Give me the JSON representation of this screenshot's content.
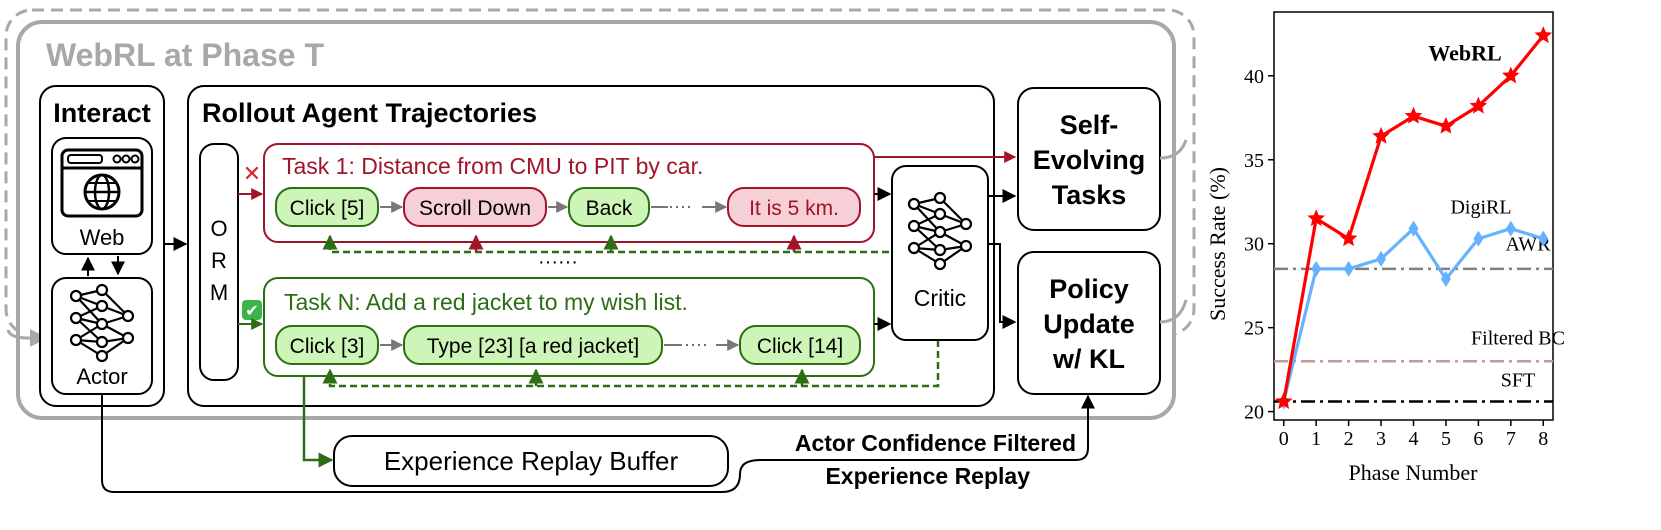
{
  "diagram": {
    "phase_title": {
      "prefix": "WebRL",
      "suffix": " at Phase T"
    },
    "interact": {
      "title": "Interact",
      "web_label": "Web",
      "actor_label": "Actor"
    },
    "rollout": {
      "title": "Rollout Agent Trajectories",
      "orm_letters": [
        "O",
        "R",
        "M"
      ],
      "task1": {
        "title": "Task 1: Distance from CMU to PIT by car.",
        "steps": [
          "Click [5]",
          "Scroll Down",
          "Back",
          "It is 5 km."
        ],
        "dots": "····"
      },
      "taskN": {
        "title": "Task N: Add a red jacket to my wish list.",
        "steps": [
          "Click [3]",
          "Type [23] [a red jacket]",
          "Click [14]"
        ],
        "dots": "····"
      },
      "between_dots": "······",
      "fail_mark": "✕",
      "success_mark": "✔",
      "critic_label": "Critic"
    },
    "self_evolving": [
      "Self-",
      "Evolving",
      "Tasks"
    ],
    "policy_update": [
      "Policy",
      "Update",
      "w/ KL"
    ],
    "replay_buffer": "Experience Replay Buffer",
    "confidence_label": [
      "Actor Confidence Filtered",
      "Experience Replay"
    ],
    "colors": {
      "fail_red": "#c0222e",
      "success_green": "#2c6e14",
      "step_green_fill": "#cdf5b8",
      "step_red_fill": "#f7cfd6",
      "dashed_gray": "#a8a8a8"
    }
  },
  "chart_data": {
    "type": "line",
    "xlabel": "Phase Number",
    "ylabel": "Success Rate (%)",
    "xlim": [
      -0.3,
      8.3
    ],
    "ylim": [
      19.5,
      43.8
    ],
    "x_ticks": [
      0,
      1,
      2,
      3,
      4,
      5,
      6,
      7,
      8
    ],
    "y_ticks": [
      20,
      25,
      30,
      35,
      40
    ],
    "series": [
      {
        "name": "WebRL",
        "color": "#ff0000",
        "marker": "star",
        "x": [
          0,
          1,
          2,
          3,
          4,
          5,
          6,
          7,
          8
        ],
        "y": [
          20.6,
          31.5,
          30.3,
          36.4,
          37.6,
          37.0,
          38.2,
          40.0,
          42.4
        ]
      },
      {
        "name": "DigiRL",
        "color": "#66b2ff",
        "marker": "diamond",
        "x": [
          0,
          1,
          2,
          3,
          4,
          5,
          6,
          7,
          8
        ],
        "y": [
          20.6,
          28.5,
          28.5,
          29.1,
          30.9,
          27.9,
          30.3,
          30.9,
          30.3
        ]
      }
    ],
    "baselines": [
      {
        "name": "AWR",
        "y": 28.5,
        "color": "#808080"
      },
      {
        "name": "Filtered BC",
        "y": 23.0,
        "color": "#c79a9a"
      },
      {
        "name": "SFT",
        "y": 20.6,
        "color": "#000000"
      }
    ]
  }
}
